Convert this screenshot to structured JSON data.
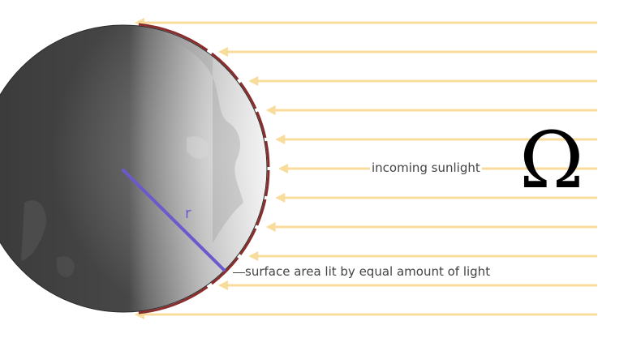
{
  "diagram": {
    "labels": {
      "incoming_sunlight": "incoming sunlight",
      "surface_area": "surface area lit by equal amount of light",
      "radius": "r",
      "symbol": "Ω"
    },
    "ray_count": 11,
    "colors": {
      "sunlight": "#f8dc9c",
      "arc": "#8a2d2d",
      "radius": "#6a5acd",
      "globe_dark": "#3c3c3c",
      "globe_light": "#f2f2f2"
    },
    "icons": {
      "globe": "earth-globe-icon",
      "ray_arrow": "arrow-left-icon"
    }
  }
}
